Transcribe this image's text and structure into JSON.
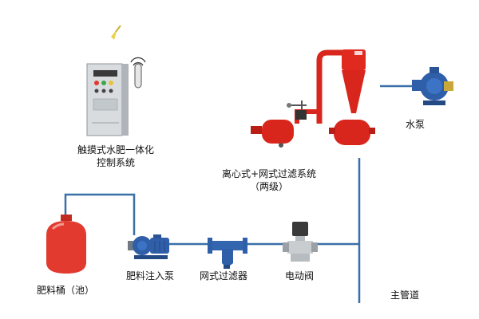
{
  "colors": {
    "pipe": "#3a6fa8",
    "tank": "#e23a2e",
    "filter_red": "#d9261c",
    "pump_blue": "#2f5fa8",
    "cabinet": "#d8dcdf"
  },
  "labels": {
    "control_system_line1": "触摸式水肥一体化",
    "control_system_line2": "控制系统",
    "filter_system_line1": "离心式+网式过滤系统",
    "filter_system_line2": "（两级）",
    "water_pump": "水泵",
    "fertilizer_tank": "肥料桶（池）",
    "injection_pump": "肥料注入泵",
    "screen_filter": "网式过滤器",
    "solenoid_valve": "电动阀",
    "main_pipe": "主管道"
  },
  "icons": [
    "control-cabinet",
    "wireless-antenna",
    "hydrocyclone-filter",
    "water-pump",
    "fertilizer-tank",
    "injection-pump",
    "screen-filter",
    "solenoid-valve"
  ]
}
